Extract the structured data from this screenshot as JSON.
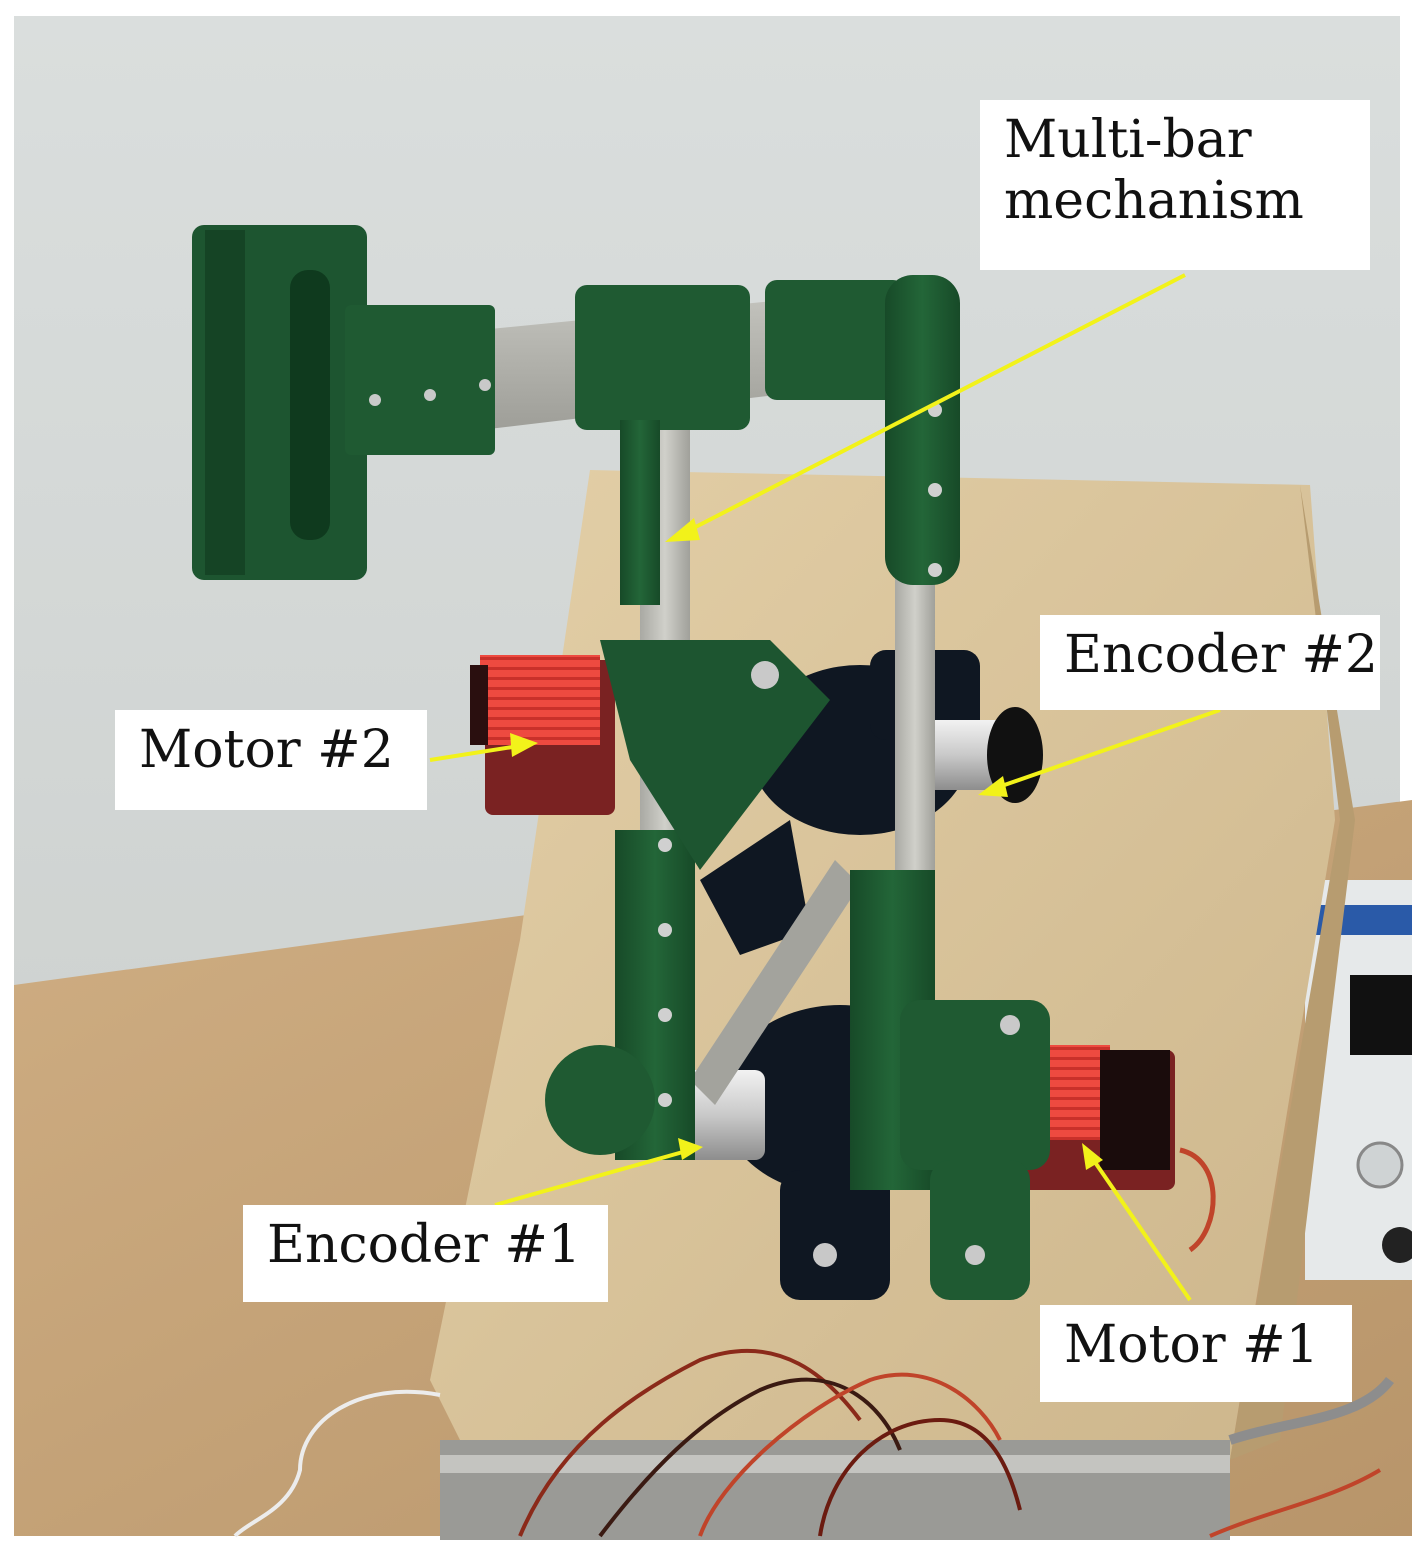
{
  "photo": {
    "subject": "multi-bar mechanism test rig",
    "colors": {
      "wall": "#d8dcdb",
      "table": "#c9a77c",
      "board": "#d9c49c",
      "green_parts": "#1f5a32",
      "aluminium": "#b8b8b2",
      "black_parts": "#101820",
      "motor_red": "#e8453c",
      "arrow": "#f2f21a"
    }
  },
  "labels": {
    "multibar": {
      "line1": "Multi-bar",
      "line2": "mechanism"
    },
    "encoder2": "Encoder #2",
    "motor2": "Motor #2",
    "encoder1": "Encoder #1",
    "motor1": "Motor #1"
  }
}
